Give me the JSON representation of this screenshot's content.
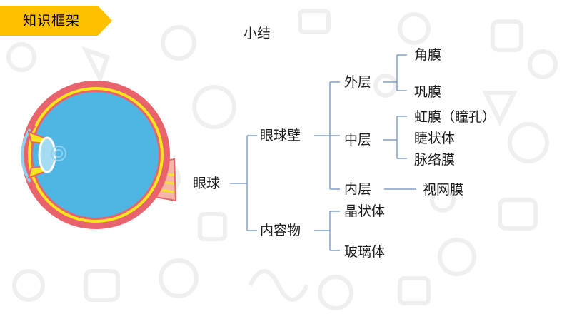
{
  "header": {
    "tab_title": "知识框架"
  },
  "diagram": {
    "title": "小结",
    "root": "眼球",
    "wall": "眼球壁",
    "outer_layer": "外层",
    "cornea": "角膜",
    "sclera": "巩膜",
    "middle_layer": "中层",
    "iris": "虹膜（瞳孔）",
    "ciliary_body": "睫状体",
    "choroid": "脉络膜",
    "inner_layer": "内层",
    "retina": "视网膜",
    "contents": "内容物",
    "lens": "晶状体",
    "vitreous": "玻璃体"
  },
  "colors": {
    "accent": "#ffc000",
    "line": "#7fa0c8",
    "eye_outer": "#e9636d",
    "eye_yellow": "#f5e61d",
    "eye_inner": "#4fb6e3"
  }
}
